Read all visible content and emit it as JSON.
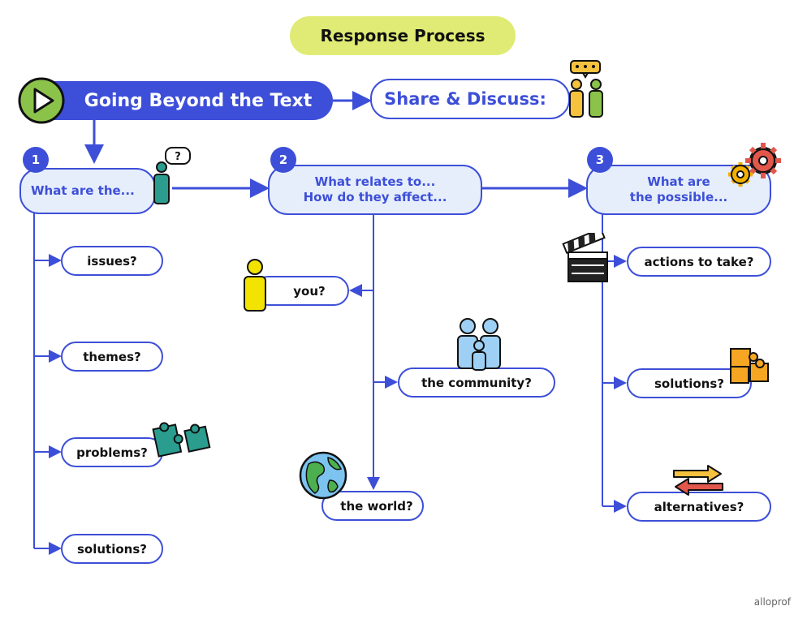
{
  "title": "Response Process",
  "main_node": "Going Beyond the Text",
  "share_node": "Share & Discuss:",
  "columns": [
    {
      "number": "1",
      "heading": "What are the...",
      "items": [
        "issues?",
        "themes?",
        "problems?",
        "solutions?"
      ]
    },
    {
      "number": "2",
      "heading_line1": "What relates to...",
      "heading_line2": "How do they affect...",
      "items": [
        "you?",
        "the community?",
        "the world?"
      ]
    },
    {
      "number": "3",
      "heading_line1": "What are",
      "heading_line2": "the possible...",
      "items": [
        "actions to take?",
        "solutions?",
        "alternatives?"
      ]
    }
  ],
  "brand": "alloprof",
  "icons": [
    "play-icon",
    "talking-people-icon",
    "question-person-icon",
    "gears-icon",
    "puzzle-icon",
    "person-icon",
    "family-icon",
    "globe-icon",
    "clapperboard-icon",
    "puzzle-orange-icon",
    "exchange-arrows-icon"
  ],
  "colors": {
    "accent": "#3d4fd8",
    "title_bg": "#dfeb74",
    "heading_bg": "#e6eefb",
    "play_green": "#8bc34a"
  }
}
